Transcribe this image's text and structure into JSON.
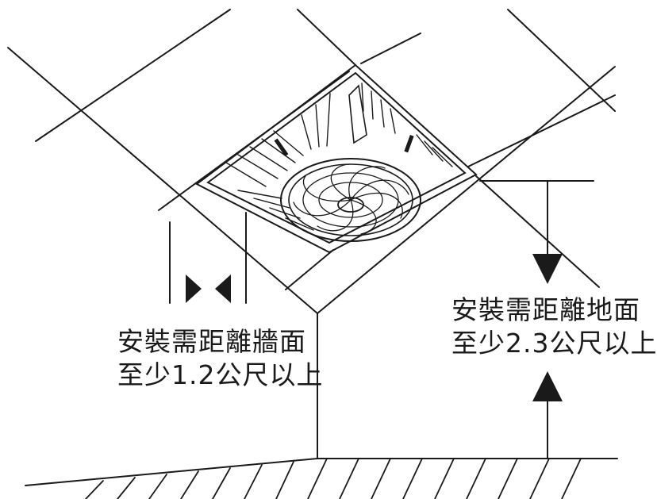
{
  "annotations": {
    "wall_clearance": {
      "line1": "安裝需距離牆面",
      "line2": "至少1.2公尺以上"
    },
    "floor_clearance": {
      "line1": "安裝需距離地面",
      "line2": "至少2.3公尺以上"
    }
  },
  "colors": {
    "line": "#1a1a1a",
    "background": "#ffffff"
  }
}
